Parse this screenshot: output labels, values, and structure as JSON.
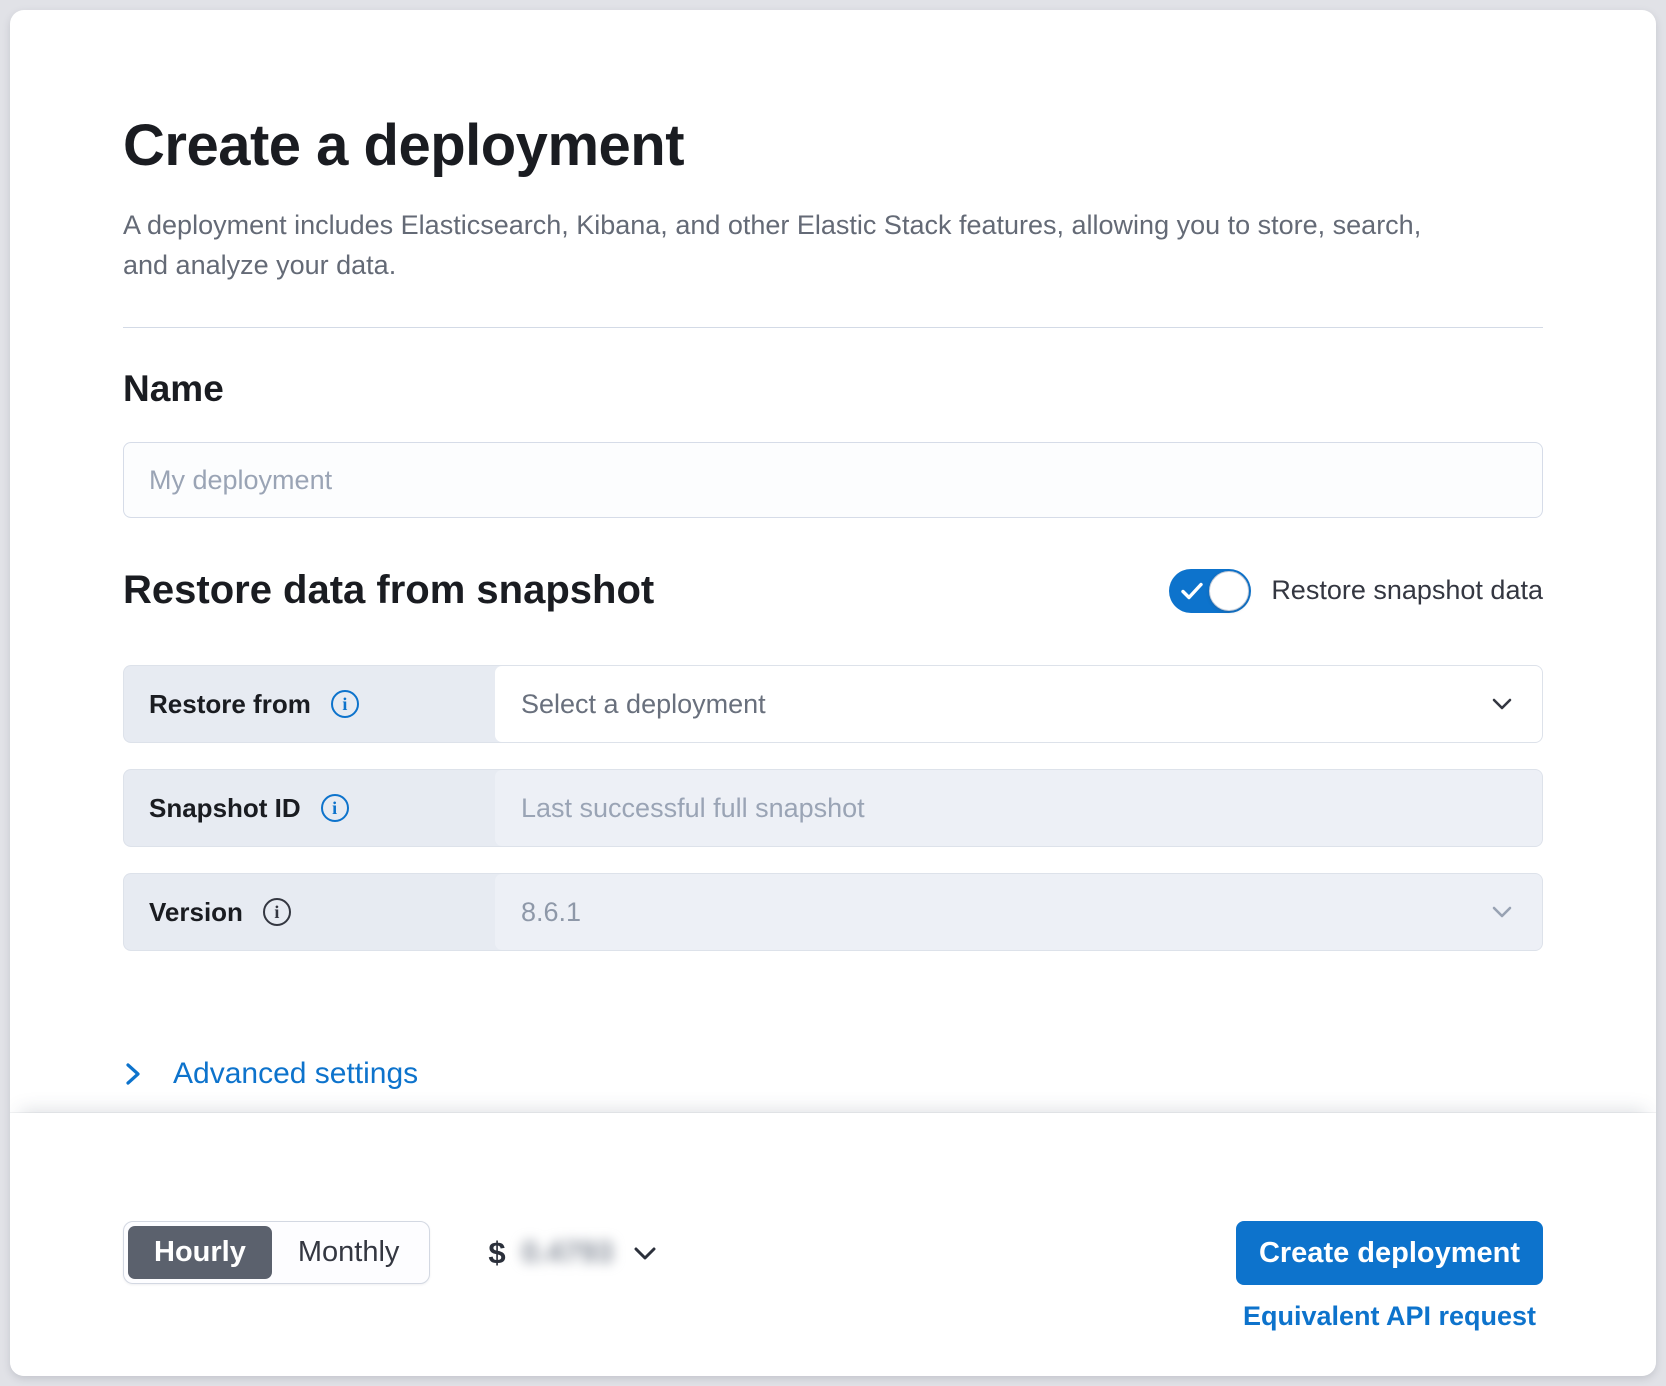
{
  "page": {
    "title": "Create a deployment",
    "description": "A deployment includes Elasticsearch, Kibana, and other Elastic Stack features, allowing you to store, search, and analyze your data."
  },
  "name_section": {
    "heading": "Name",
    "input_value": "",
    "input_placeholder": "My deployment"
  },
  "snapshot_section": {
    "heading": "Restore data from snapshot",
    "toggle_label": "Restore snapshot data",
    "toggle_state": "on",
    "rows": [
      {
        "label": "Restore from",
        "value": "Select a deployment",
        "control": "select",
        "enabled": true
      },
      {
        "label": "Snapshot ID",
        "placeholder": "Last successful full snapshot",
        "control": "input",
        "enabled": false
      },
      {
        "label": "Version",
        "value": "8.6.1",
        "control": "select",
        "enabled": false
      }
    ]
  },
  "advanced_settings": {
    "label": "Advanced settings"
  },
  "footer": {
    "billing_period": {
      "options": [
        "Hourly",
        "Monthly"
      ],
      "selected": "Hourly"
    },
    "price": {
      "currency": "$",
      "amount": "0.4793",
      "redacted": true
    },
    "create_button_label": "Create deployment",
    "api_link_label": "Equivalent API request"
  },
  "colors": {
    "primary": "#0d73cc",
    "toggle-on": "#0d73cc",
    "selected-segment": "#5b616d",
    "row-label-bg": "#e7ebf2",
    "row-disabled-bg": "#edf0f6"
  }
}
